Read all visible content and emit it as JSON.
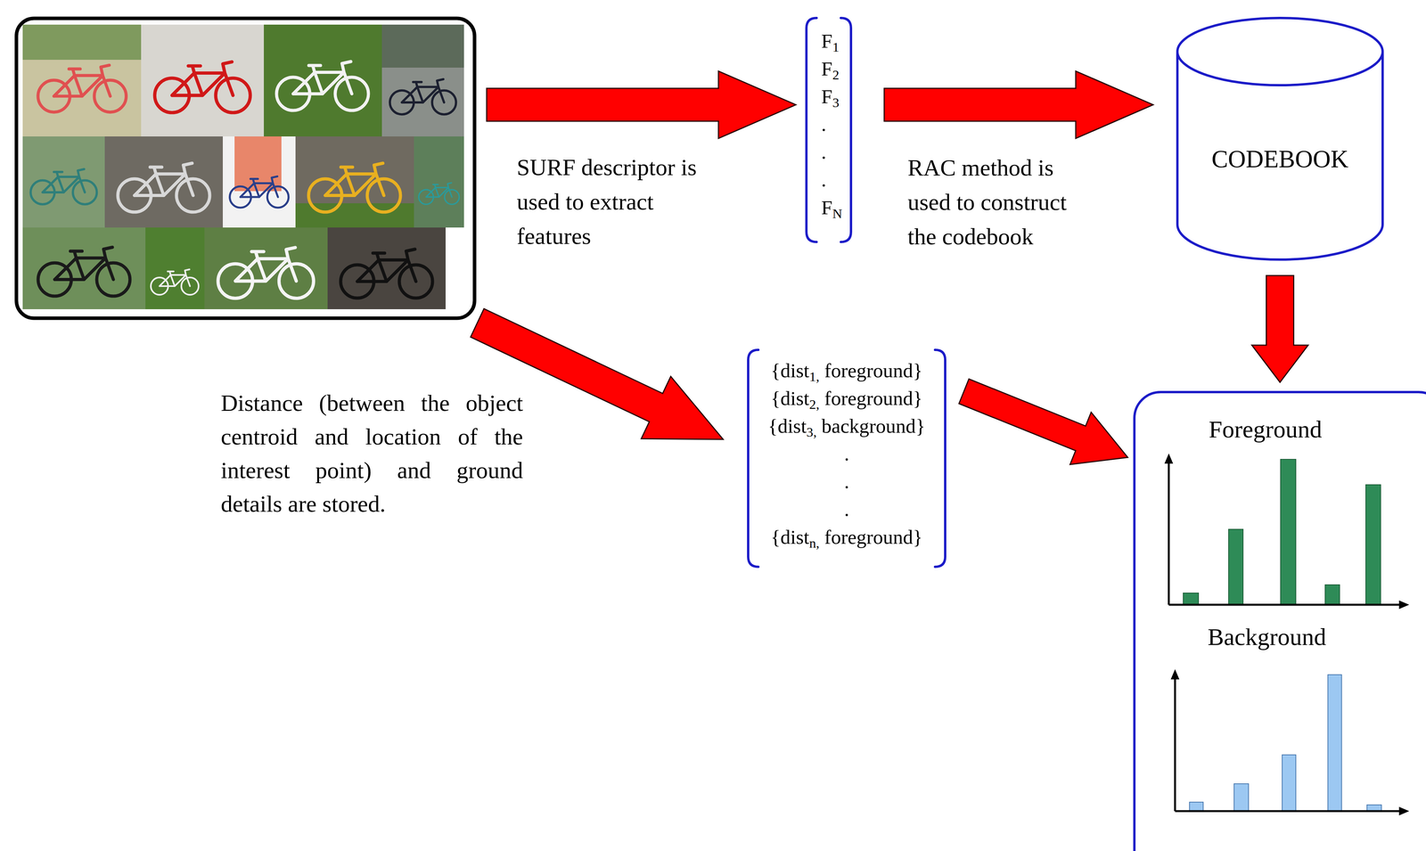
{
  "diagram": {
    "nodes": [
      {
        "text": [
          "F1",
          "F2",
          "F3",
          ".",
          ".",
          ".",
          "FN"
        ]
      },
      {
        "text": [
          "CODEBOOK"
        ]
      },
      {
        "text": [
          "{dist1, foreground}",
          "{dist2, foreground}",
          "{dist3, background}",
          ".",
          ".",
          ".",
          "{distn, foreground}"
        ]
      },
      {
        "text": [
          "Foreground",
          "Background"
        ]
      }
    ],
    "edges": [
      {
        "from": 0,
        "to": 1,
        "arrow": "to",
        "label": "RAC method is used to construct the codebook"
      },
      {
        "from": 1,
        "to": 3,
        "arrow": "to"
      },
      {
        "from": 2,
        "to": 3,
        "arrow": "to"
      }
    ],
    "labels": [
      "SURF descriptor is used to extract features",
      "Distance (between the object centroid and location of the interest point) and ground details are stored."
    ]
  }
}
